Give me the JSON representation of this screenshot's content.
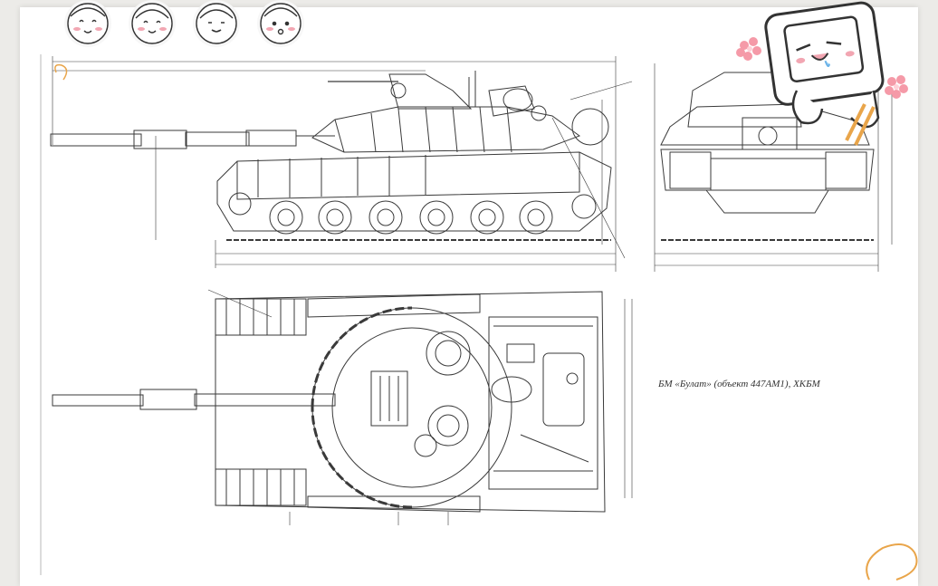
{
  "caption": "БМ «Булат» (объект 447АМ1), ХКБМ",
  "colors": {
    "ink": "#3a3a3a",
    "paper": "#ffffff",
    "background": "#ecebe8",
    "sticker_pink": "#f2a6b2",
    "sticker_orange": "#e9a54a"
  },
  "icons": [
    "cartoon-face-sticker",
    "tofu-mascot-sticker",
    "flower-icon",
    "chopsticks-icon"
  ]
}
